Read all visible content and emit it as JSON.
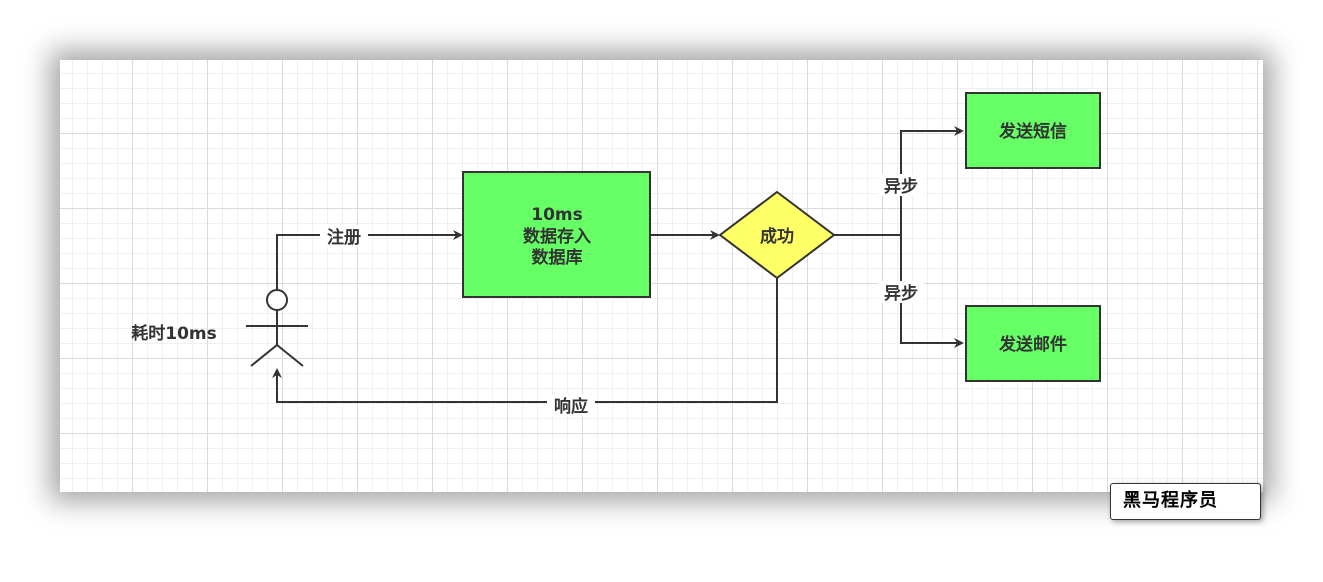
{
  "diagram": {
    "actor_label": "耗时10ms",
    "register_label": "注册",
    "db_box": {
      "line1": "10ms",
      "line2": "数据存入",
      "line3": "数据库"
    },
    "decision_label": "成功",
    "async_top_label": "异步",
    "async_bottom_label": "异步",
    "sms_label": "发送短信",
    "email_label": "发送邮件",
    "response_label": "响应"
  },
  "watermark": {
    "text": "黑马程序员"
  },
  "colors": {
    "process_fill": "#66ff66",
    "decision_fill": "#ffff66",
    "stroke": "#333333"
  }
}
